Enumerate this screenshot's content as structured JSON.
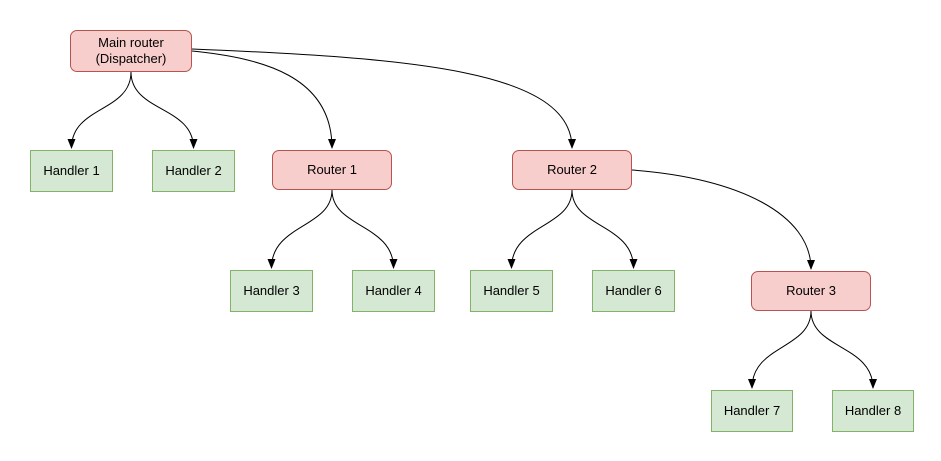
{
  "diagram": {
    "nodes": {
      "main_router": {
        "label": "Main router\n(Dispatcher)",
        "kind": "router"
      },
      "handler1": {
        "label": "Handler 1",
        "kind": "handler"
      },
      "handler2": {
        "label": "Handler 2",
        "kind": "handler"
      },
      "router1": {
        "label": "Router 1",
        "kind": "router"
      },
      "router2": {
        "label": "Router 2",
        "kind": "router"
      },
      "handler3": {
        "label": "Handler 3",
        "kind": "handler"
      },
      "handler4": {
        "label": "Handler 4",
        "kind": "handler"
      },
      "handler5": {
        "label": "Handler 5",
        "kind": "handler"
      },
      "handler6": {
        "label": "Handler 6",
        "kind": "handler"
      },
      "router3": {
        "label": "Router 3",
        "kind": "router"
      },
      "handler7": {
        "label": "Handler 7",
        "kind": "handler"
      },
      "handler8": {
        "label": "Handler 8",
        "kind": "handler"
      }
    },
    "edges": [
      {
        "from": "main_router",
        "to": "handler1"
      },
      {
        "from": "main_router",
        "to": "handler2"
      },
      {
        "from": "main_router",
        "to": "router1"
      },
      {
        "from": "main_router",
        "to": "router2"
      },
      {
        "from": "router1",
        "to": "handler3"
      },
      {
        "from": "router1",
        "to": "handler4"
      },
      {
        "from": "router2",
        "to": "handler5"
      },
      {
        "from": "router2",
        "to": "handler6"
      },
      {
        "from": "router2",
        "to": "router3"
      },
      {
        "from": "router3",
        "to": "handler7"
      },
      {
        "from": "router3",
        "to": "handler8"
      }
    ],
    "colors": {
      "router_fill": "#f8cecc",
      "router_border": "#b85450",
      "handler_fill": "#d5e8d4",
      "handler_border": "#82b366",
      "edge": "#000000",
      "background": "#ffffff"
    }
  }
}
